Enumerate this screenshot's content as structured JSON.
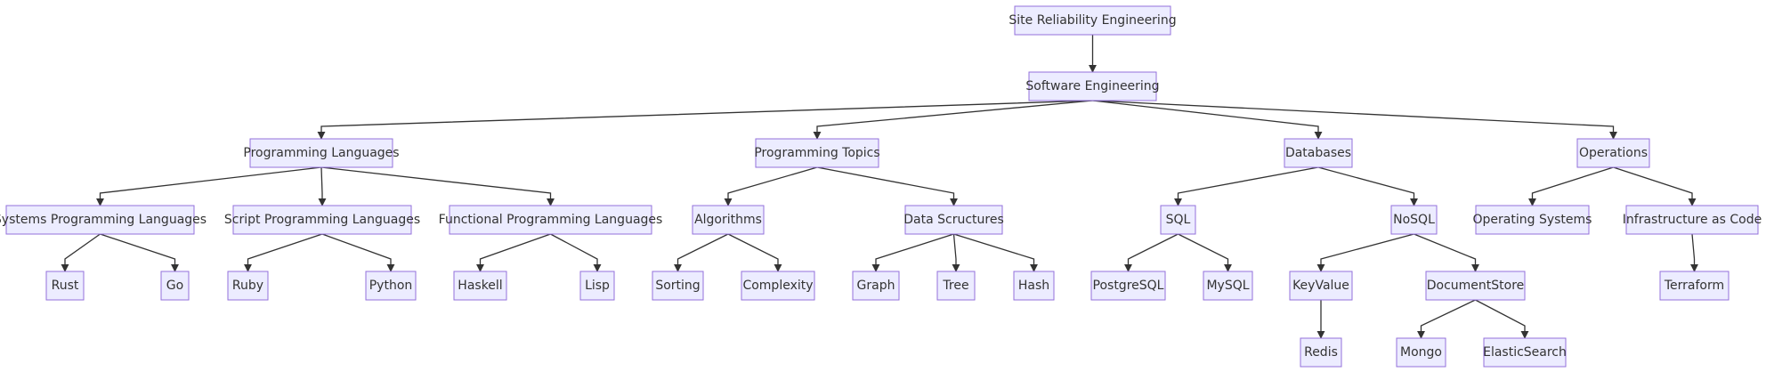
{
  "nodes": {
    "sre": "Site Reliability Engineering",
    "se": "Software Engineering",
    "pl": "Programming Languages",
    "pt": "Programming Topics",
    "db": "Databases",
    "ops": "Operations",
    "spl": "Systems Programming Languages",
    "scpl": "Script Programming Languages",
    "fpl": "Functional Programming Languages",
    "alg": "Algorithms",
    "ds": "Data Scructures",
    "sql": "SQL",
    "nosql": "NoSQL",
    "os": "Operating Systems",
    "iac": "Infrastructure as Code",
    "rust": "Rust",
    "go": "Go",
    "ruby": "Ruby",
    "python": "Python",
    "haskell": "Haskell",
    "lisp": "Lisp",
    "sorting": "Sorting",
    "complexity": "Complexity",
    "graph": "Graph",
    "tree": "Tree",
    "hash": "Hash",
    "postgresql": "PostgreSQL",
    "mysql": "MySQL",
    "keyvalue": "KeyValue",
    "documentstore": "DocumentStore",
    "terraform": "Terraform",
    "redis": "Redis",
    "mongo": "Mongo",
    "elasticsearch": "ElasticSearch"
  },
  "edges": [
    [
      "sre",
      "se"
    ],
    [
      "se",
      "pl"
    ],
    [
      "se",
      "pt"
    ],
    [
      "se",
      "db"
    ],
    [
      "se",
      "ops"
    ],
    [
      "pl",
      "spl"
    ],
    [
      "pl",
      "scpl"
    ],
    [
      "pl",
      "fpl"
    ],
    [
      "pt",
      "alg"
    ],
    [
      "pt",
      "ds"
    ],
    [
      "db",
      "sql"
    ],
    [
      "db",
      "nosql"
    ],
    [
      "ops",
      "os"
    ],
    [
      "ops",
      "iac"
    ],
    [
      "spl",
      "rust"
    ],
    [
      "spl",
      "go"
    ],
    [
      "scpl",
      "ruby"
    ],
    [
      "scpl",
      "python"
    ],
    [
      "fpl",
      "haskell"
    ],
    [
      "fpl",
      "lisp"
    ],
    [
      "alg",
      "sorting"
    ],
    [
      "alg",
      "complexity"
    ],
    [
      "ds",
      "graph"
    ],
    [
      "ds",
      "tree"
    ],
    [
      "ds",
      "hash"
    ],
    [
      "sql",
      "postgresql"
    ],
    [
      "sql",
      "mysql"
    ],
    [
      "nosql",
      "keyvalue"
    ],
    [
      "nosql",
      "documentstore"
    ],
    [
      "iac",
      "terraform"
    ],
    [
      "keyvalue",
      "redis"
    ],
    [
      "documentstore",
      "mongo"
    ],
    [
      "documentstore",
      "elasticsearch"
    ]
  ]
}
